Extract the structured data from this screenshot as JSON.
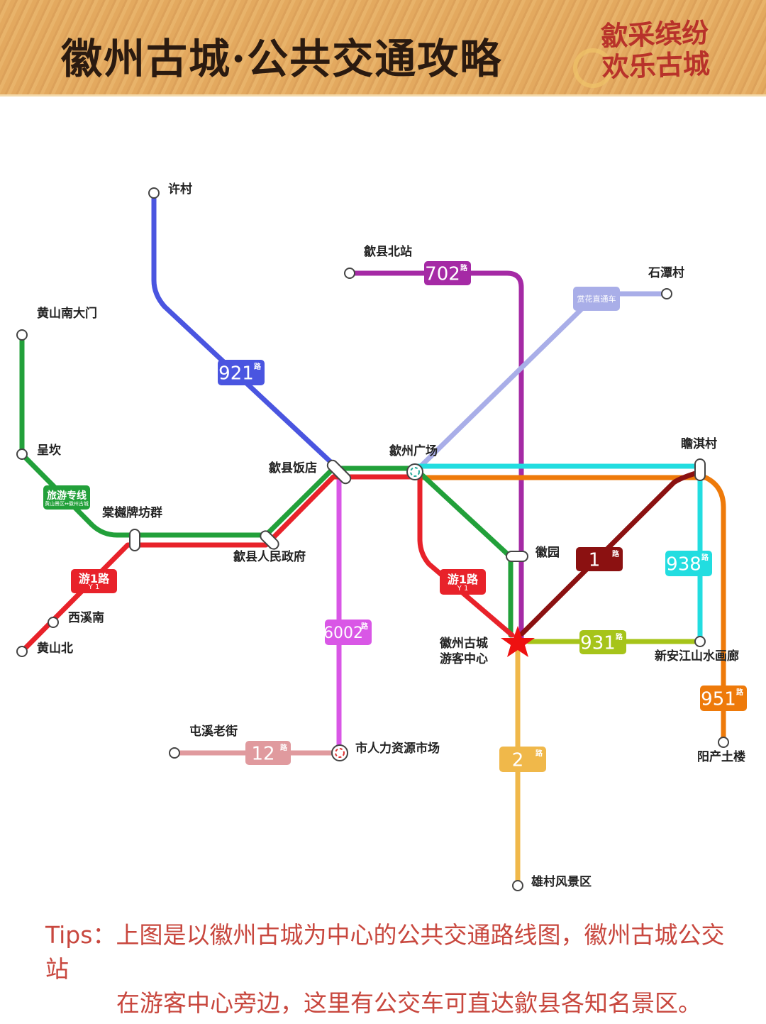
{
  "header": {
    "title": "徽州古城·公共交通攻略",
    "logo_line1": "歙采缤纷",
    "logo_line2": "欢乐古城"
  },
  "lines": [
    {
      "id": "921",
      "label": "921",
      "suffix": "路",
      "color": "#4a55e0"
    },
    {
      "id": "702",
      "label": "702",
      "suffix": "路",
      "color": "#a52aa5"
    },
    {
      "id": "flower",
      "label": "赏花直通车",
      "color": "#a9aee8"
    },
    {
      "id": "tour",
      "label": "旅游专线",
      "sub": "黄山景区↔徽州古城",
      "color": "#22a03a"
    },
    {
      "id": "y1",
      "label": "游1路",
      "sub": "Y 1",
      "color": "#e8222a"
    },
    {
      "id": "938",
      "label": "938",
      "suffix": "路",
      "color": "#22dde0"
    },
    {
      "id": "951",
      "label": "951",
      "suffix": "路",
      "color": "#ee7a0a"
    },
    {
      "id": "1",
      "label": "1",
      "suffix": "路",
      "color": "#8b1111"
    },
    {
      "id": "931",
      "label": "931",
      "suffix": "路",
      "color": "#a6c41a"
    },
    {
      "id": "2",
      "label": "2",
      "suffix": "路",
      "color": "#f0b84a"
    },
    {
      "id": "6002",
      "label": "6002",
      "suffix": "路",
      "color": "#d957e6"
    },
    {
      "id": "12",
      "label": "12",
      "suffix": "路",
      "color": "#e09a9e"
    }
  ],
  "stations": {
    "xucun": "许村",
    "shexian_north": "歙县北站",
    "shitan": "石潭村",
    "huangshan_south_gate": "黄山南大门",
    "chengkan": "呈坎",
    "tangyue": "棠樾牌坊群",
    "shexian_hotel": "歙县饭店",
    "shezhou_square": "歙州广场",
    "zhanqi": "瞻淇村",
    "huiyuan": "徽园",
    "gov": "歙县人民政府",
    "xixi_south": "西溪南",
    "huangshan_north": "黄山北",
    "center_line1": "徽州古城",
    "center_line2": "游客中心",
    "xinanjiang": "新安江山水画廊",
    "tunxi": "屯溪老街",
    "hr_market": "市人力资源市场",
    "yangchan": "阳产土楼",
    "xiongcun": "雄村风景区"
  },
  "tips": {
    "line1": "Tips：上图是以徽州古城为中心的公共交通路线图，徽州古城公交站",
    "line2": "在游客中心旁边，这里有公交车可直达歙县各知名景区。"
  }
}
